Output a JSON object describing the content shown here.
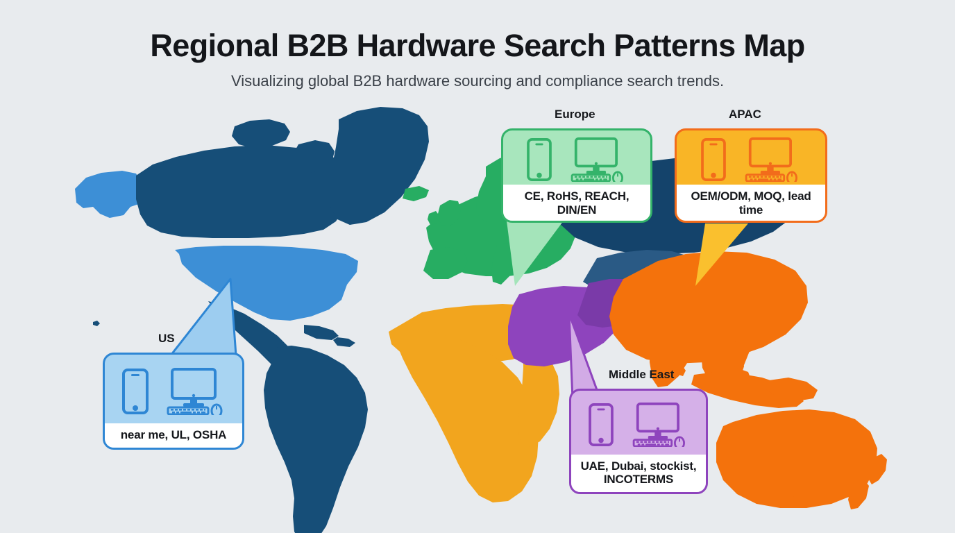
{
  "header": {
    "title": "Regional B2B Hardware Search Patterns Map",
    "subtitle": "Visualizing global B2B hardware sourcing and compliance search trends."
  },
  "colors": {
    "background": "#e8ebee",
    "map_base": "#164e78",
    "us": "#3d8fd6",
    "europe": "#27ad62",
    "apac": "#f4720c",
    "africa": "#f2a51e",
    "middle_east": "#8e44bd",
    "title_text": "#14161a"
  },
  "regions": [
    {
      "id": "us",
      "label": "US",
      "keywords": "near me, UL, OSHA",
      "accent": "#2e86d4",
      "fill": "#a8d4f2",
      "tail_fill": "#9dcdf0",
      "icon_color": "#2e86d4",
      "icons": [
        "smartphone-icon",
        "desktop-computer-icon"
      ]
    },
    {
      "id": "europe",
      "label": "Europe",
      "keywords": "CE, RoHS, REACH, DIN/EN",
      "accent": "#34b36a",
      "fill": "#a8e6bd",
      "tail_fill": "#a4e4ba",
      "icon_color": "#34b36a",
      "icons": [
        "smartphone-icon",
        "desktop-computer-icon"
      ]
    },
    {
      "id": "apac",
      "label": "APAC",
      "keywords": "OEM/ODM, MOQ, lead time",
      "accent": "#f26c1b",
      "fill": "#f9b526",
      "tail_fill": "#fac02e",
      "icon_color": "#f26c1b",
      "icons": [
        "smartphone-icon",
        "desktop-computer-icon"
      ]
    },
    {
      "id": "middle-east",
      "label": "Middle East",
      "keywords": "UAE, Dubai, stockist, INCOTERMS",
      "keywords_line1": "UAE, Dubai, stockist,",
      "keywords_line2": "INCOTERMS",
      "accent": "#8e44bd",
      "fill": "#d5b0e8",
      "tail_fill": "#d2abe6",
      "icon_color": "#8e44bd",
      "icons": [
        "smartphone-icon",
        "desktop-computer-icon"
      ]
    }
  ]
}
